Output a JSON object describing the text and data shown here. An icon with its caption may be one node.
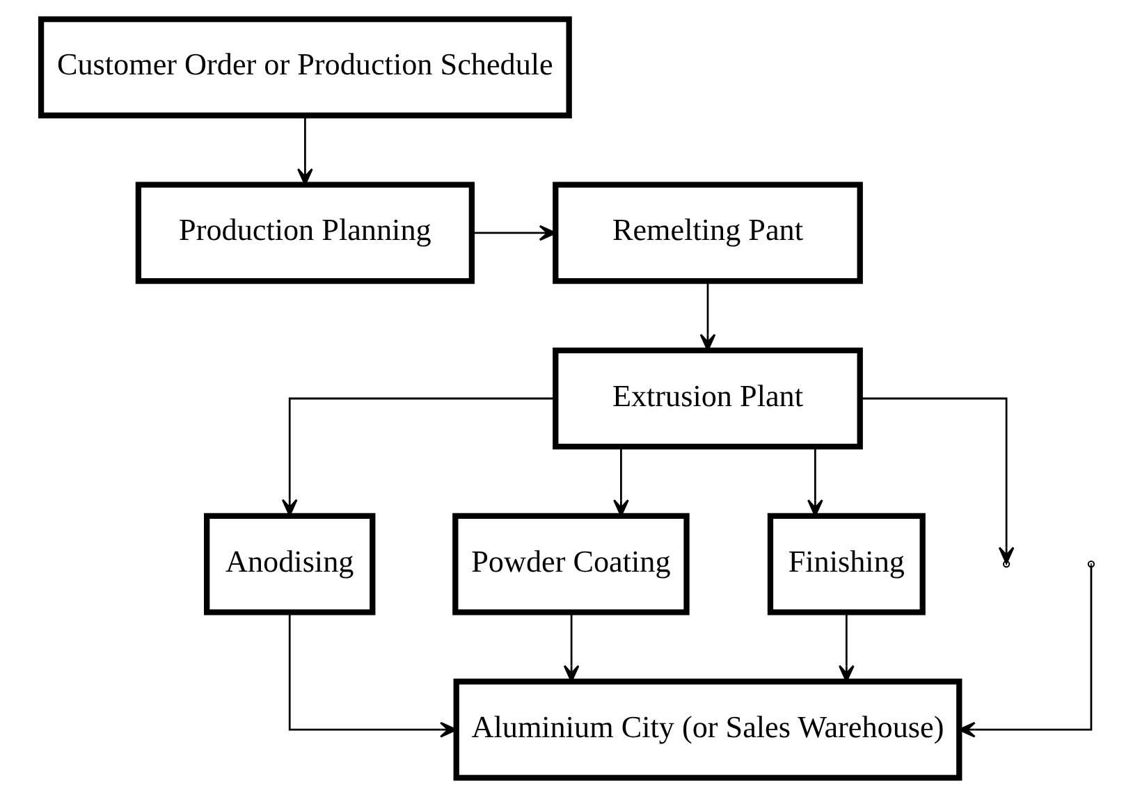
{
  "diagram": {
    "nodes": [
      {
        "text": [
          "Customer Order or Production Schedule"
        ]
      },
      {
        "text": [
          "Production Planning"
        ]
      },
      {
        "text": [
          "Remelting Pant"
        ]
      },
      {
        "text": [
          "Extrusion Plant"
        ]
      },
      {
        "text": [
          "Anodising"
        ]
      },
      {
        "text": [
          "Powder Coating"
        ]
      },
      {
        "text": [
          "Finishing"
        ]
      },
      {
        "text": [
          "Aluminium City (or Sales Warehouse)"
        ]
      }
    ],
    "edges": [
      {
        "from": 0,
        "to": 1,
        "arrow": "to"
      },
      {
        "from": 1,
        "to": 2,
        "arrow": "to"
      },
      {
        "from": 2,
        "to": 3,
        "arrow": "to"
      },
      {
        "from": 3,
        "to": null,
        "arrow": "to"
      },
      {
        "from": 3,
        "to": 4,
        "arrow": "to"
      },
      {
        "from": 3,
        "to": 5,
        "arrow": "to"
      },
      {
        "from": 3,
        "to": 6,
        "arrow": "to"
      },
      {
        "from": 4,
        "to": 7,
        "arrow": "to"
      },
      {
        "from": 5,
        "to": 7,
        "arrow": "to"
      },
      {
        "from": 6,
        "to": 7,
        "arrow": "to"
      },
      {
        "from": null,
        "to": 7,
        "arrow": "to"
      }
    ]
  }
}
